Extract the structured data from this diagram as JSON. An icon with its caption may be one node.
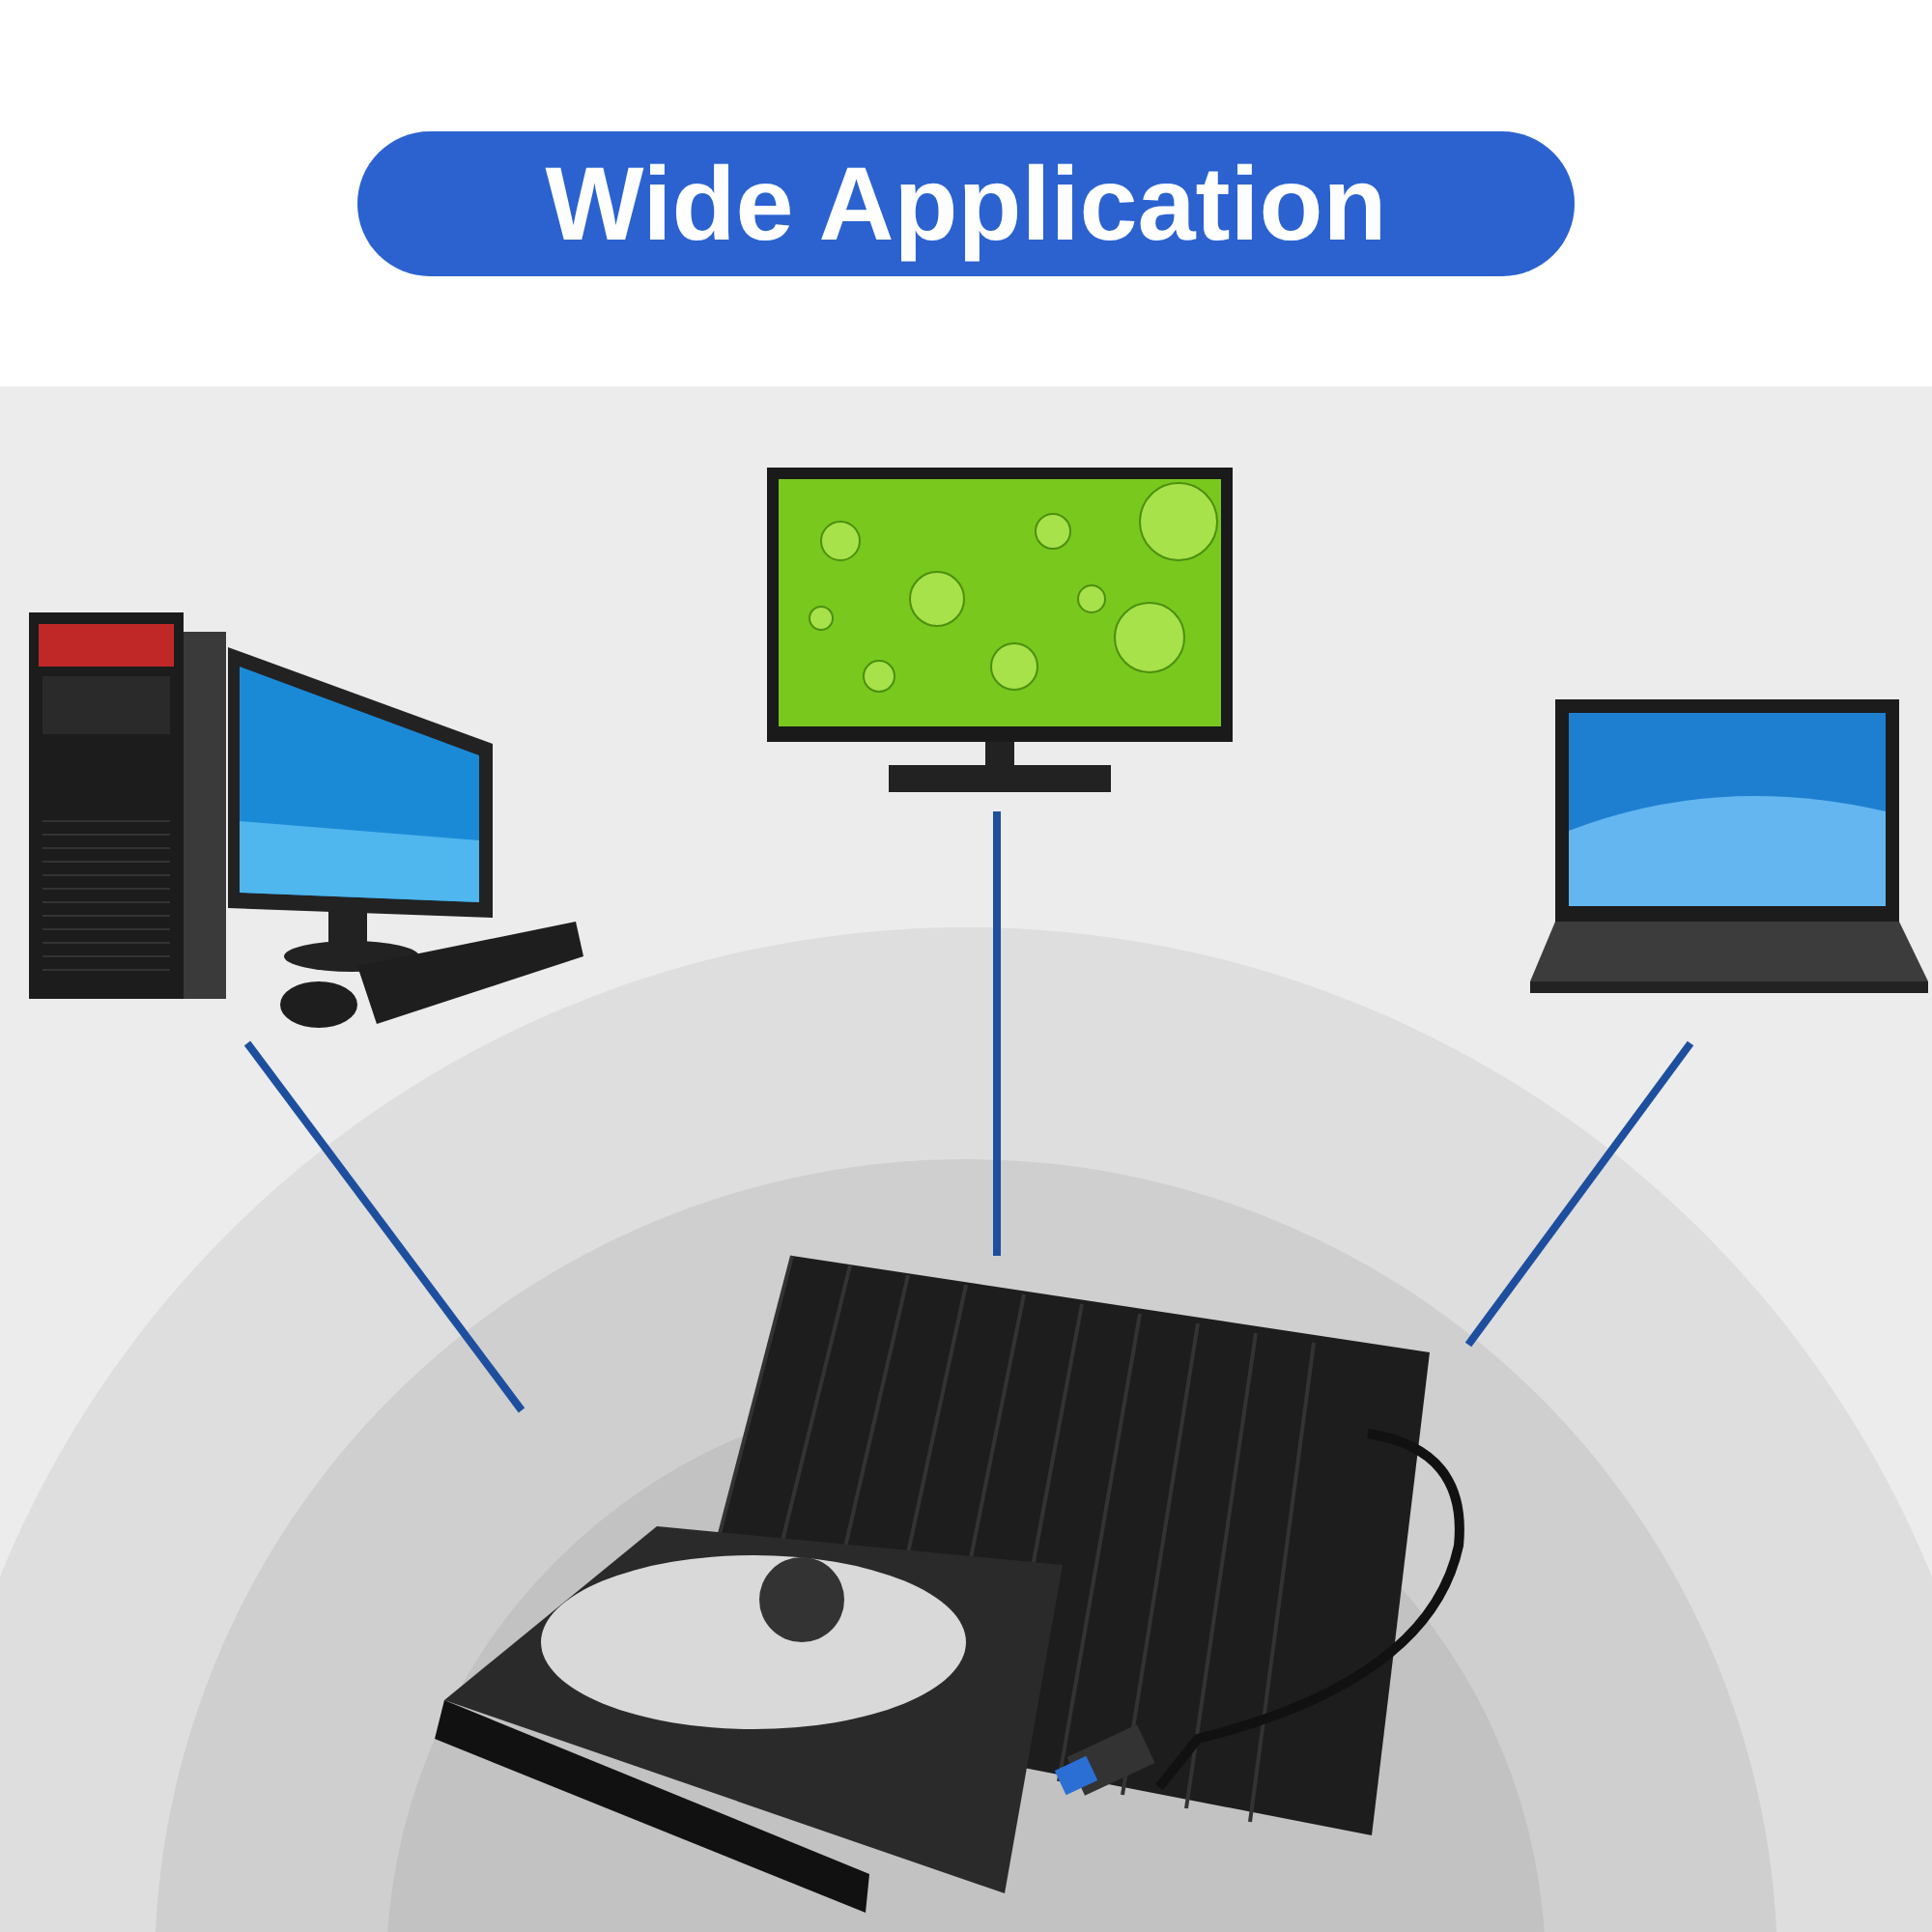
{
  "diagram": {
    "title": "Wide Application",
    "nodes": [
      {
        "text": [],
        "shape": "picture"
      },
      {
        "text": [],
        "shape": "picture"
      },
      {
        "text": [],
        "shape": "picture"
      },
      {
        "text": [],
        "shape": "picture"
      }
    ],
    "edges": [
      {
        "from": 0,
        "to": 3,
        "arrow": "none"
      },
      {
        "from": 1,
        "to": 3,
        "arrow": "none"
      },
      {
        "from": 2,
        "to": 3,
        "arrow": "none"
      }
    ]
  }
}
